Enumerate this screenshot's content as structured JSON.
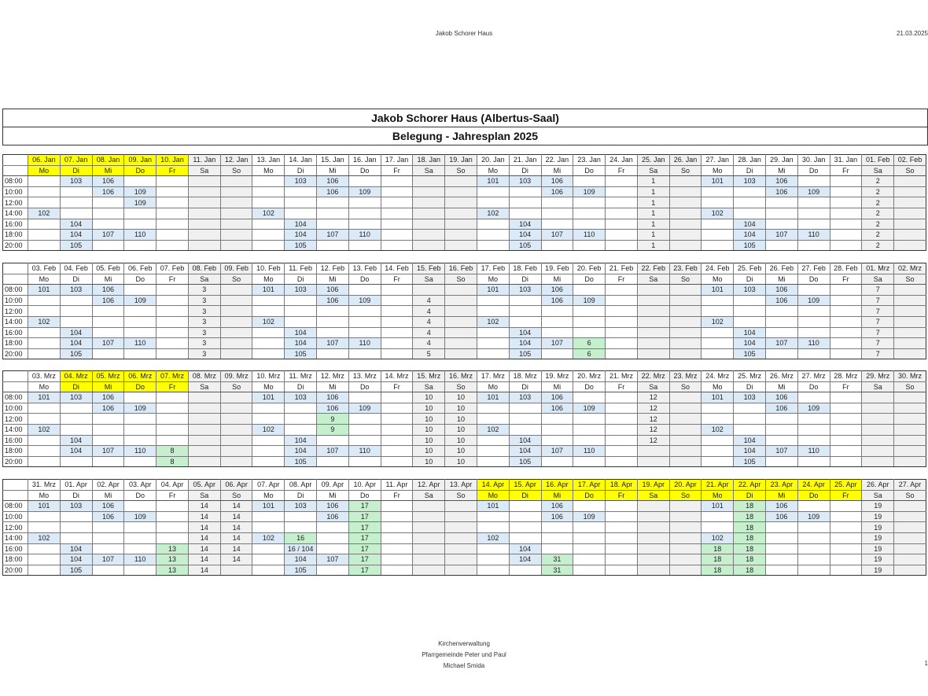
{
  "page_header": {
    "center": "Jakob Schorer Haus",
    "date": "21.03.2025"
  },
  "title": {
    "line1": "Jakob Schorer Haus (Albertus-Saal)",
    "line2": "Belegung - Jahresplan 2025"
  },
  "colors": {
    "holiday_highlight": "#ffff00",
    "regular_booking": "#dce9f7",
    "special_booking": "#c6efce",
    "weekend": "#f0f0f0"
  },
  "times": [
    "08:00",
    "10:00",
    "12:00",
    "14:00",
    "16:00",
    "18:00",
    "20:00"
  ],
  "blocks": [
    {
      "dates": [
        "06. Jan",
        "07. Jan",
        "08. Jan",
        "09. Jan",
        "10. Jan",
        "11. Jan",
        "12. Jan",
        "13. Jan",
        "14. Jan",
        "15. Jan",
        "16. Jan",
        "17. Jan",
        "18. Jan",
        "19. Jan",
        "20. Jan",
        "21. Jan",
        "22. Jan",
        "23. Jan",
        "24. Jan",
        "25. Jan",
        "26. Jan",
        "27. Jan",
        "28. Jan",
        "29. Jan",
        "30. Jan",
        "31. Jan",
        "01. Feb",
        "02. Feb"
      ],
      "days": [
        "Mo",
        "Di",
        "Mi",
        "Do",
        "Fr",
        "Sa",
        "So",
        "Mo",
        "Di",
        "Mi",
        "Do",
        "Fr",
        "Sa",
        "So",
        "Mo",
        "Di",
        "Mi",
        "Do",
        "Fr",
        "Sa",
        "So",
        "Mo",
        "Di",
        "Mi",
        "Do",
        "Fr",
        "Sa",
        "So"
      ],
      "highlight": [
        0,
        1,
        2,
        3,
        4
      ],
      "rows": [
        [
          "",
          "103",
          "106",
          "",
          "",
          "",
          "",
          "",
          "103",
          "106",
          "",
          "",
          "",
          "",
          "101",
          "103",
          "106",
          "",
          "",
          "1",
          "",
          "101",
          "103",
          "106",
          "",
          "",
          "2",
          ""
        ],
        [
          "",
          "",
          "106",
          "109",
          "",
          "",
          "",
          "",
          "",
          "106",
          "109",
          "",
          "",
          "",
          "",
          "",
          "106",
          "109",
          "",
          "1",
          "",
          "",
          "",
          "106",
          "109",
          "",
          "2",
          ""
        ],
        [
          "",
          "",
          "",
          "109",
          "",
          "",
          "",
          "",
          "",
          "",
          "",
          "",
          "",
          "",
          "",
          "",
          "",
          "",
          "",
          "1",
          "",
          "",
          "",
          "",
          "",
          "",
          "2",
          ""
        ],
        [
          "102",
          "",
          "",
          "",
          "",
          "",
          "",
          "102",
          "",
          "",
          "",
          "",
          "",
          "",
          "102",
          "",
          "",
          "",
          "",
          "1",
          "",
          "102",
          "",
          "",
          "",
          "",
          "2",
          ""
        ],
        [
          "",
          "104",
          "",
          "",
          "",
          "",
          "",
          "",
          "104",
          "",
          "",
          "",
          "",
          "",
          "",
          "104",
          "",
          "",
          "",
          "1",
          "",
          "",
          "104",
          "",
          "",
          "",
          "2",
          ""
        ],
        [
          "",
          "104",
          "107",
          "110",
          "",
          "",
          "",
          "",
          "104",
          "107",
          "110",
          "",
          "",
          "",
          "",
          "104",
          "107",
          "110",
          "",
          "1",
          "",
          "",
          "104",
          "107",
          "110",
          "",
          "2",
          ""
        ],
        [
          "",
          "105",
          "",
          "",
          "",
          "",
          "",
          "",
          "105",
          "",
          "",
          "",
          "",
          "",
          "",
          "105",
          "",
          "",
          "",
          "1",
          "",
          "",
          "105",
          "",
          "",
          "",
          "2",
          ""
        ]
      ],
      "green": []
    },
    {
      "dates": [
        "03. Feb",
        "04. Feb",
        "05. Feb",
        "06. Feb",
        "07. Feb",
        "08. Feb",
        "09. Feb",
        "10. Feb",
        "11. Feb",
        "12. Feb",
        "13. Feb",
        "14. Feb",
        "15. Feb",
        "16. Feb",
        "17. Feb",
        "18. Feb",
        "19. Feb",
        "20. Feb",
        "21. Feb",
        "22. Feb",
        "23. Feb",
        "24. Feb",
        "25. Feb",
        "26. Feb",
        "27. Feb",
        "28. Feb",
        "01. Mrz",
        "02. Mrz"
      ],
      "days": [
        "Mo",
        "Di",
        "Mi",
        "Do",
        "Fr",
        "Sa",
        "So",
        "Mo",
        "Di",
        "Mi",
        "Do",
        "Fr",
        "Sa",
        "So",
        "Mo",
        "Di",
        "Mi",
        "Do",
        "Fr",
        "Sa",
        "So",
        "Mo",
        "Di",
        "Mi",
        "Do",
        "Fr",
        "Sa",
        "So"
      ],
      "highlight": [],
      "rows": [
        [
          "101",
          "103",
          "106",
          "",
          "",
          "3",
          "",
          "101",
          "103",
          "106",
          "",
          "",
          "",
          "",
          "101",
          "103",
          "106",
          "",
          "",
          "",
          "",
          "101",
          "103",
          "106",
          "",
          "",
          "7",
          ""
        ],
        [
          "",
          "",
          "106",
          "109",
          "",
          "3",
          "",
          "",
          "",
          "106",
          "109",
          "",
          "4",
          "",
          "",
          "",
          "106",
          "109",
          "",
          "",
          "",
          "",
          "",
          "106",
          "109",
          "",
          "7",
          ""
        ],
        [
          "",
          "",
          "",
          "",
          "",
          "3",
          "",
          "",
          "",
          "",
          "",
          "",
          "4",
          "",
          "",
          "",
          "",
          "",
          "",
          "",
          "",
          "",
          "",
          "",
          "",
          "",
          "7",
          ""
        ],
        [
          "102",
          "",
          "",
          "",
          "",
          "3",
          "",
          "102",
          "",
          "",
          "",
          "",
          "4",
          "",
          "102",
          "",
          "",
          "",
          "",
          "",
          "",
          "102",
          "",
          "",
          "",
          "",
          "7",
          ""
        ],
        [
          "",
          "104",
          "",
          "",
          "",
          "3",
          "",
          "",
          "104",
          "",
          "",
          "",
          "4",
          "",
          "",
          "104",
          "",
          "",
          "",
          "",
          "",
          "",
          "104",
          "",
          "",
          "",
          "7",
          ""
        ],
        [
          "",
          "104",
          "107",
          "110",
          "",
          "3",
          "",
          "",
          "104",
          "107",
          "110",
          "",
          "4",
          "",
          "",
          "104",
          "107",
          "6",
          "",
          "",
          "",
          "",
          "104",
          "107",
          "110",
          "",
          "7",
          ""
        ],
        [
          "",
          "105",
          "",
          "",
          "",
          "3",
          "",
          "",
          "105",
          "",
          "",
          "",
          "5",
          "",
          "",
          "105",
          "",
          "6",
          "",
          "",
          "",
          "",
          "105",
          "",
          "",
          "",
          "7",
          ""
        ]
      ],
      "green": [
        "5-17",
        "6-17"
      ]
    },
    {
      "dates": [
        "03. Mrz",
        "04. Mrz",
        "05. Mrz",
        "06. Mrz",
        "07. Mrz",
        "08. Mrz",
        "09. Mrz",
        "10. Mrz",
        "11. Mrz",
        "12. Mrz",
        "13. Mrz",
        "14. Mrz",
        "15. Mrz",
        "16. Mrz",
        "17. Mrz",
        "18. Mrz",
        "19. Mrz",
        "20. Mrz",
        "21. Mrz",
        "22. Mrz",
        "23. Mrz",
        "24. Mrz",
        "25. Mrz",
        "26. Mrz",
        "27. Mrz",
        "28. Mrz",
        "29. Mrz",
        "30. Mrz"
      ],
      "days": [
        "Mo",
        "Di",
        "Mi",
        "Do",
        "Fr",
        "Sa",
        "So",
        "Mo",
        "Di",
        "Mi",
        "Do",
        "Fr",
        "Sa",
        "So",
        "Mo",
        "Di",
        "Mi",
        "Do",
        "Fr",
        "Sa",
        "So",
        "Mo",
        "Di",
        "Mi",
        "Do",
        "Fr",
        "Sa",
        "So"
      ],
      "highlight": [
        1,
        2,
        3,
        4
      ],
      "rows": [
        [
          "101",
          "103",
          "106",
          "",
          "",
          "",
          "",
          "101",
          "103",
          "106",
          "",
          "",
          "10",
          "10",
          "101",
          "103",
          "106",
          "",
          "",
          "12",
          "",
          "101",
          "103",
          "106",
          "",
          "",
          "",
          ""
        ],
        [
          "",
          "",
          "106",
          "109",
          "",
          "",
          "",
          "",
          "",
          "106",
          "109",
          "",
          "10",
          "10",
          "",
          "",
          "106",
          "109",
          "",
          "12",
          "",
          "",
          "",
          "106",
          "109",
          "",
          "",
          ""
        ],
        [
          "",
          "",
          "",
          "",
          "",
          "",
          "",
          "",
          "",
          "9",
          "",
          "",
          "10",
          "10",
          "",
          "",
          "",
          "",
          "",
          "12",
          "",
          "",
          "",
          "",
          "",
          "",
          "",
          ""
        ],
        [
          "102",
          "",
          "",
          "",
          "",
          "",
          "",
          "102",
          "",
          "9",
          "",
          "",
          "10",
          "10",
          "102",
          "",
          "",
          "",
          "",
          "12",
          "",
          "102",
          "",
          "",
          "",
          "",
          "",
          ""
        ],
        [
          "",
          "104",
          "",
          "",
          "",
          "",
          "",
          "",
          "104",
          "",
          "",
          "",
          "10",
          "10",
          "",
          "104",
          "",
          "",
          "",
          "12",
          "",
          "",
          "104",
          "",
          "",
          "",
          "",
          ""
        ],
        [
          "",
          "104",
          "107",
          "110",
          "8",
          "",
          "",
          "",
          "104",
          "107",
          "110",
          "",
          "10",
          "10",
          "",
          "104",
          "107",
          "110",
          "",
          "",
          "",
          "",
          "104",
          "107",
          "110",
          "",
          "",
          ""
        ],
        [
          "",
          "",
          "",
          "",
          "8",
          "",
          "",
          "",
          "105",
          "",
          "",
          "",
          "10",
          "10",
          "",
          "105",
          "",
          "",
          "",
          "",
          "",
          "",
          "105",
          "",
          "",
          "",
          "",
          ""
        ]
      ],
      "green": [
        "5-4",
        "6-4",
        "2-9",
        "3-9"
      ]
    },
    {
      "dates": [
        "31. Mrz",
        "01. Apr",
        "02. Apr",
        "03. Apr",
        "04. Apr",
        "05. Apr",
        "06. Apr",
        "07. Apr",
        "08. Apr",
        "09. Apr",
        "10. Apr",
        "11. Apr",
        "12. Apr",
        "13. Apr",
        "14. Apr",
        "15. Apr",
        "16. Apr",
        "17. Apr",
        "18. Apr",
        "19. Apr",
        "20. Apr",
        "21. Apr",
        "22. Apr",
        "23. Apr",
        "24. Apr",
        "25. Apr",
        "26. Apr",
        "27. Apr"
      ],
      "days": [
        "Mo",
        "Di",
        "Mi",
        "Do",
        "Fr",
        "Sa",
        "So",
        "Mo",
        "Di",
        "Mi",
        "Do",
        "Fr",
        "Sa",
        "So",
        "Mo",
        "Di",
        "Mi",
        "Do",
        "Fr",
        "Sa",
        "So",
        "Mo",
        "Di",
        "Mi",
        "Do",
        "Fr",
        "Sa",
        "So"
      ],
      "highlight": [
        14,
        15,
        16,
        17,
        18,
        19,
        20,
        21,
        22,
        23,
        24,
        25
      ],
      "rows": [
        [
          "101",
          "103",
          "106",
          "",
          "",
          "14",
          "14",
          "101",
          "103",
          "106",
          "17",
          "",
          "",
          "",
          "101",
          "",
          "106",
          "",
          "",
          "",
          "",
          "101",
          "18",
          "106",
          "",
          "",
          "19",
          ""
        ],
        [
          "",
          "",
          "106",
          "109",
          "",
          "14",
          "14",
          "",
          "",
          "106",
          "17",
          "",
          "",
          "",
          "",
          "",
          "106",
          "109",
          "",
          "",
          "",
          "",
          "18",
          "106",
          "109",
          "",
          "19",
          ""
        ],
        [
          "",
          "",
          "",
          "",
          "",
          "14",
          "14",
          "",
          "",
          "",
          "17",
          "",
          "",
          "",
          "",
          "",
          "",
          "",
          "",
          "",
          "",
          "",
          "18",
          "",
          "",
          "",
          "19",
          ""
        ],
        [
          "102",
          "",
          "",
          "",
          "",
          "14",
          "14",
          "102",
          "16",
          "",
          "17",
          "",
          "",
          "",
          "102",
          "",
          "",
          "",
          "",
          "",
          "",
          "102",
          "18",
          "",
          "",
          "",
          "19",
          ""
        ],
        [
          "",
          "104",
          "",
          "",
          "13",
          "14",
          "14",
          "",
          "16 / 104",
          "",
          "17",
          "",
          "",
          "",
          "",
          "104",
          "",
          "",
          "",
          "",
          "",
          "18",
          "18",
          "",
          "",
          "",
          "19",
          ""
        ],
        [
          "",
          "104",
          "107",
          "110",
          "13",
          "14",
          "14",
          "",
          "104",
          "107",
          "17",
          "",
          "",
          "",
          "",
          "104",
          "31",
          "",
          "",
          "",
          "",
          "18",
          "18",
          "",
          "",
          "",
          "19",
          ""
        ],
        [
          "",
          "105",
          "",
          "",
          "13",
          "14",
          "",
          "",
          "105",
          "",
          "17",
          "",
          "",
          "",
          "",
          "",
          "31",
          "",
          "",
          "",
          "",
          "18",
          "18",
          "",
          "",
          "",
          "19",
          ""
        ]
      ],
      "green": [
        "4-4",
        "5-4",
        "6-4",
        "3-8",
        "0-10",
        "1-10",
        "2-10",
        "3-10",
        "4-10",
        "5-10",
        "6-10",
        "5-16",
        "6-16",
        "4-21",
        "5-21",
        "6-21",
        "0-22",
        "1-22",
        "2-22",
        "3-22",
        "4-22",
        "5-22",
        "6-22"
      ]
    }
  ],
  "footer": {
    "line1": "Kirchenverwaltung",
    "line2": "Pfarrgemeinde Peter und Paul",
    "line3": "Michael Smida",
    "page_number": "1"
  }
}
